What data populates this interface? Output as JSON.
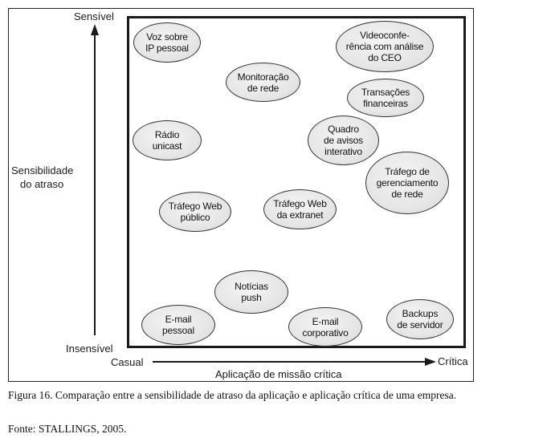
{
  "axes": {
    "y_top": "Sensível",
    "y_bottom": "Insensível",
    "y_title_line1": "Sensibilidade",
    "y_title_line2": "do atraso",
    "x_left": "Casual",
    "x_right": "Crítica",
    "x_title": "Aplicação de missão crítica"
  },
  "ellipses": [
    {
      "id": "voz-ip",
      "label": "Voz sobre\nIP pessoal"
    },
    {
      "id": "videoconf",
      "label": "Videoconfe-\nrência com análise\ndo CEO"
    },
    {
      "id": "monitoracao",
      "label": "Monitoração\nde rede"
    },
    {
      "id": "transacoes",
      "label": "Transações\nfinanceiras"
    },
    {
      "id": "radio",
      "label": "Rádio\nunicast"
    },
    {
      "id": "quadro",
      "label": "Quadro\nde avisos\ninterativo"
    },
    {
      "id": "trafego-ger",
      "label": "Tráfego de\ngerenciamento\nde rede"
    },
    {
      "id": "web-publico",
      "label": "Tráfego Web\npúblico"
    },
    {
      "id": "web-extranet",
      "label": "Tráfego Web\nda extranet"
    },
    {
      "id": "noticias",
      "label": "Notícias\npush"
    },
    {
      "id": "email-pessoal",
      "label": "E-mail\npessoal"
    },
    {
      "id": "email-corp",
      "label": "E-mail\ncorporativo"
    },
    {
      "id": "backups",
      "label": "Backups\nde servidor"
    }
  ],
  "caption": {
    "text": "Figura 16. Comparação entre a sensibilidade de atraso da aplicação e aplicação crítica de uma empresa.",
    "source": "Fonte: STALLINGS, 2005."
  }
}
